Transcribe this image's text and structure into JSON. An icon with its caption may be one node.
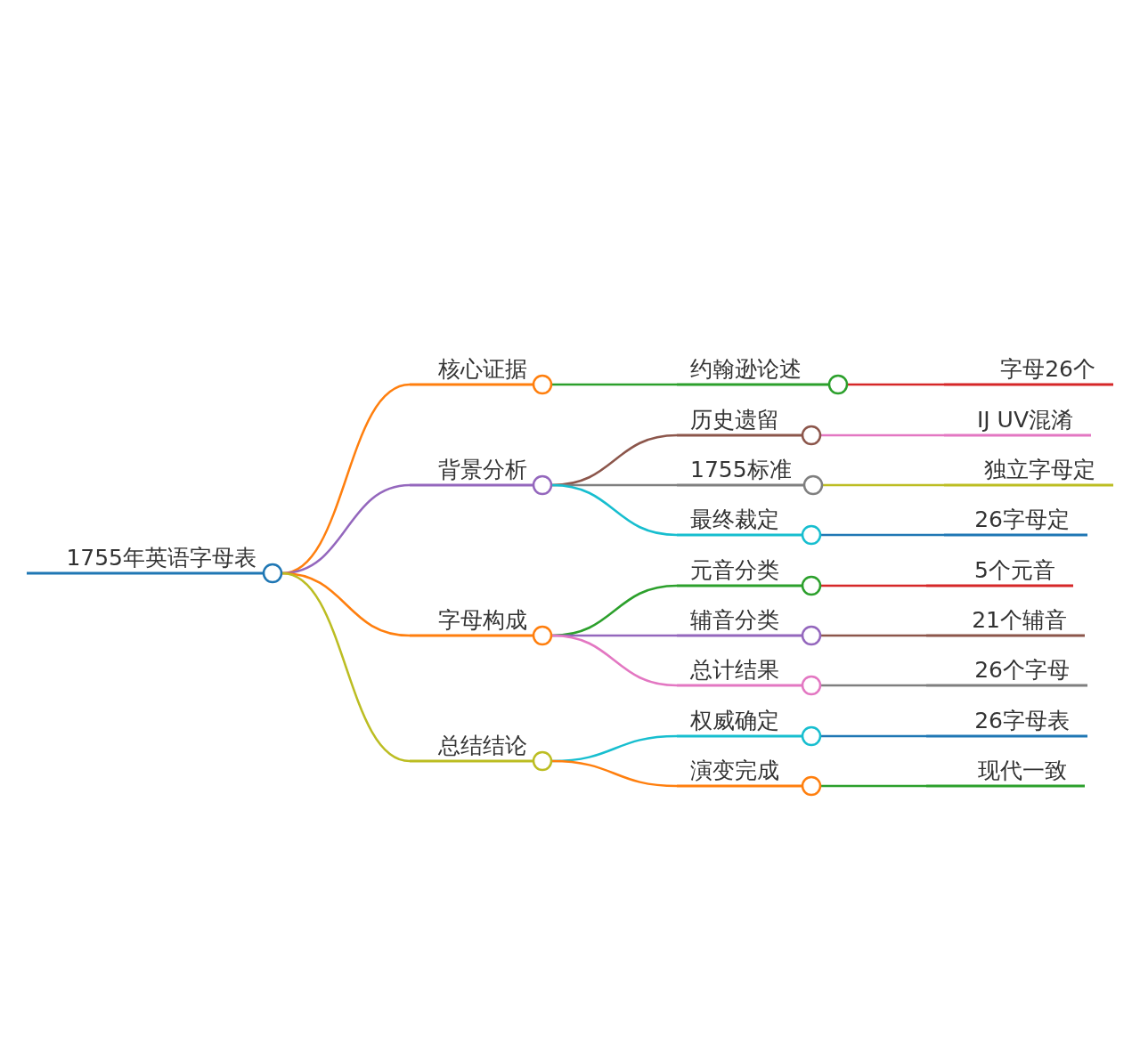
{
  "diagram": {
    "nodes": [
      {
        "text": [
          "1755年英语字母表"
        ]
      },
      {
        "text": [
          "核心证据"
        ]
      },
      {
        "text": [
          "约翰逊论述"
        ]
      },
      {
        "text": [
          "字母26个"
        ]
      },
      {
        "text": [
          "背景分析"
        ]
      },
      {
        "text": [
          "历史遗留"
        ]
      },
      {
        "text": [
          "IJ UV混淆"
        ]
      },
      {
        "text": [
          "1755标准"
        ]
      },
      {
        "text": [
          "独立字母定"
        ]
      },
      {
        "text": [
          "最终裁定"
        ]
      },
      {
        "text": [
          "26字母定"
        ]
      },
      {
        "text": [
          "字母构成"
        ]
      },
      {
        "text": [
          "元音分类"
        ]
      },
      {
        "text": [
          "5个元音"
        ]
      },
      {
        "text": [
          "辅音分类"
        ]
      },
      {
        "text": [
          "21个辅音"
        ]
      },
      {
        "text": [
          "总计结果"
        ]
      },
      {
        "text": [
          "26个字母"
        ]
      },
      {
        "text": [
          "总结结论"
        ]
      },
      {
        "text": [
          "权威确定"
        ]
      },
      {
        "text": [
          "26字母表"
        ]
      },
      {
        "text": [
          "演变完成"
        ]
      },
      {
        "text": [
          "现代一致"
        ]
      }
    ],
    "edges": [
      {
        "from": 0,
        "to": 1,
        "arrow": "none",
        "color": "#ff7f0e"
      },
      {
        "from": 1,
        "to": 2,
        "arrow": "none",
        "color": "#2ca02c"
      },
      {
        "from": 2,
        "to": 3,
        "arrow": "none",
        "color": "#d62728"
      },
      {
        "from": 0,
        "to": 4,
        "arrow": "none",
        "color": "#9467bd"
      },
      {
        "from": 4,
        "to": 5,
        "arrow": "none",
        "color": "#8c564b"
      },
      {
        "from": 5,
        "to": 6,
        "arrow": "none",
        "color": "#e377c2"
      },
      {
        "from": 4,
        "to": 7,
        "arrow": "none",
        "color": "#7f7f7f"
      },
      {
        "from": 7,
        "to": 8,
        "arrow": "none",
        "color": "#bcbd22"
      },
      {
        "from": 4,
        "to": 9,
        "arrow": "none",
        "color": "#17becf"
      },
      {
        "from": 9,
        "to": 10,
        "arrow": "none",
        "color": "#1f77b4"
      },
      {
        "from": 0,
        "to": 11,
        "arrow": "none",
        "color": "#ff7f0e"
      },
      {
        "from": 11,
        "to": 12,
        "arrow": "none",
        "color": "#2ca02c"
      },
      {
        "from": 12,
        "to": 13,
        "arrow": "none",
        "color": "#d62728"
      },
      {
        "from": 11,
        "to": 14,
        "arrow": "none",
        "color": "#9467bd"
      },
      {
        "from": 14,
        "to": 15,
        "arrow": "none",
        "color": "#8c564b"
      },
      {
        "from": 11,
        "to": 16,
        "arrow": "none",
        "color": "#e377c2"
      },
      {
        "from": 16,
        "to": 17,
        "arrow": "none",
        "color": "#7f7f7f"
      },
      {
        "from": 0,
        "to": 18,
        "arrow": "none",
        "color": "#bcbd22"
      },
      {
        "from": 18,
        "to": 19,
        "arrow": "none",
        "color": "#17becf"
      },
      {
        "from": 19,
        "to": 20,
        "arrow": "none",
        "color": "#1f77b4"
      },
      {
        "from": 18,
        "to": 21,
        "arrow": "none",
        "color": "#ff7f0e"
      },
      {
        "from": 21,
        "to": 22,
        "arrow": "none",
        "color": "#2ca02c"
      }
    ]
  }
}
